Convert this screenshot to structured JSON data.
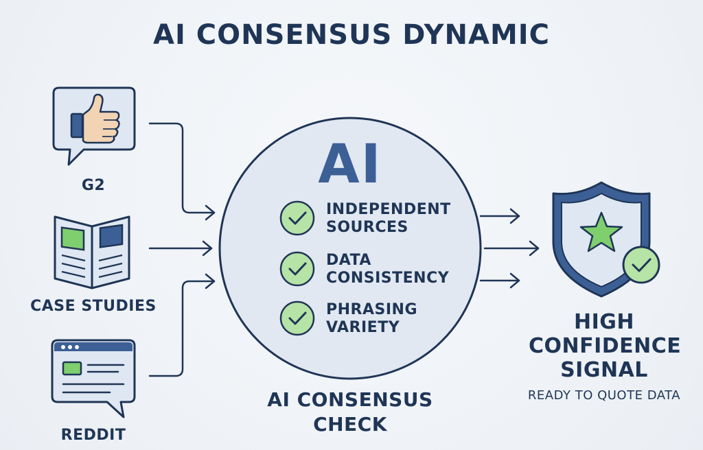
{
  "title": "AI CONSENSUS DYNAMIC",
  "sources": [
    {
      "label": "G2",
      "icon": "thumbs-up-speech-bubble-icon"
    },
    {
      "label": "CASE STUDIES",
      "icon": "open-book-icon"
    },
    {
      "label": "REDDIT",
      "icon": "browser-window-speech-icon"
    }
  ],
  "center": {
    "ai_text": "AI",
    "checks": [
      {
        "line1": "INDEPENDENT",
        "line2": "SOURCES"
      },
      {
        "line1": "DATA",
        "line2": "CONSISTENCY"
      },
      {
        "line1": "PHRASING",
        "line2": "VARIETY"
      }
    ],
    "label_line1": "AI CONSENSUS",
    "label_line2": "CHECK"
  },
  "output": {
    "line1": "HIGH",
    "line2": "CONFIDENCE",
    "line3": "SIGNAL",
    "subtitle": "READY TO QUOTE DATA",
    "icon": "shield-star-check-icon"
  },
  "colors": {
    "navy": "#1f3556",
    "blue": "#3c5f95",
    "green": "#7fcf6e",
    "icon_bg": "#dfe7f2",
    "circle_fill": "#e1e8f1"
  }
}
